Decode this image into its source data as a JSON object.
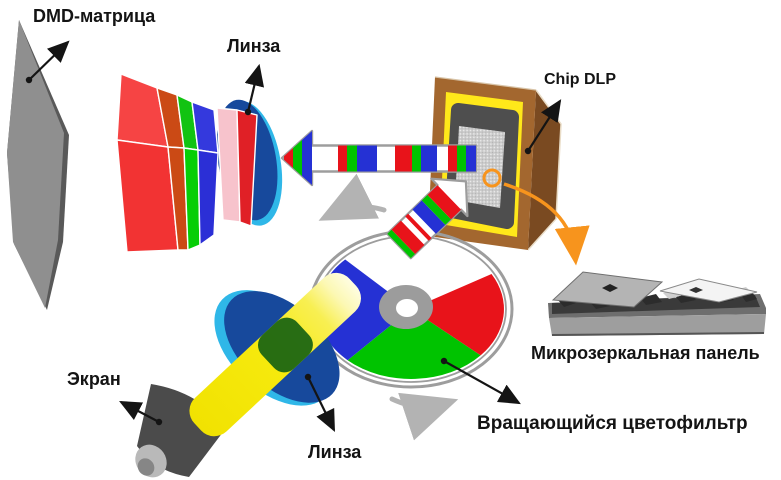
{
  "diagram": {
    "labels": {
      "dmd_matrix": "DMD-матрица",
      "lens_top": "Линза",
      "chip_dlp": "Chip DLP",
      "micromirror_panel": "Микрозеркальная панель",
      "screen": "Экран",
      "lens_bottom": "Линза",
      "color_wheel": "Вращающийся цветофильтр"
    },
    "colors": {
      "white": "#ffffff",
      "red": "#e8131a",
      "green": "#00c300",
      "blue": "#2531d4",
      "orange_red": "#cb4a15",
      "pink": "#f7c3cc",
      "slab_red": "#e02026",
      "lens_blue": "#17499c",
      "lens_cyan": "#2fb7e8",
      "beam_yellow": "#f6e90c",
      "beam_pale": "#fefde2",
      "overlap_green": "#186312",
      "chip_brown": "#a3672f",
      "chip_brown_dark": "#7a4a21",
      "chip_yellow": "#ffe81a",
      "chip_gray": "#4e4e4e",
      "wheel_ring": "#9d9d9d",
      "hub_gray": "#9c9c9c",
      "rotation_arrow_gray": "#b3b3b3",
      "dmd_panel_gray": "#8f8f8f",
      "dmd_panel_edge": "#595959",
      "cone_gray": "#4b4b4b",
      "accent_orange": "#f7941d",
      "label_black": "#141414"
    },
    "wheel": {
      "sectors": [
        "white",
        "red",
        "green",
        "blue"
      ],
      "rotation": "counterclockwise"
    },
    "h_beam": {
      "head_stripes": [
        [
          284,
          9,
          "red"
        ],
        [
          293,
          9,
          "green"
        ],
        [
          302,
          10,
          "blue"
        ]
      ],
      "body_stripes": [
        [
          338,
          9,
          "red"
        ],
        [
          347,
          10,
          "green"
        ],
        [
          357,
          20,
          "blue"
        ],
        [
          395,
          17,
          "red"
        ],
        [
          412,
          9,
          "green"
        ],
        [
          421,
          16,
          "blue"
        ],
        [
          448,
          9,
          "red"
        ],
        [
          457,
          9,
          "green"
        ],
        [
          466,
          10,
          "blue"
        ]
      ]
    },
    "diag_beam": {
      "stripes": [
        [
          0,
          6,
          "green"
        ],
        [
          6,
          13,
          "red"
        ],
        [
          25,
          4,
          "red"
        ],
        [
          35,
          13,
          "blue"
        ],
        [
          48,
          8,
          "green"
        ],
        [
          56,
          14,
          "red"
        ]
      ]
    },
    "rgb_box": {
      "layer_colors_upper": [
        "#f64444",
        "#cb4a15",
        "#12c312",
        "#3439dd"
      ],
      "layer_colors_lower": [
        "#f23333",
        "#cb4a15",
        "#06ce06",
        "#2b2fd6"
      ]
    }
  }
}
